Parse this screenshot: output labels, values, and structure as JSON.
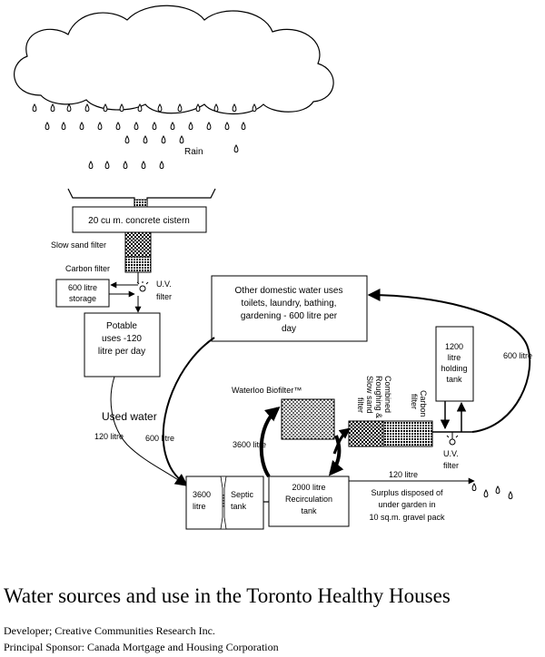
{
  "labels": {
    "rain": "Rain",
    "cistern": "20 cu m. concrete cistern",
    "slow_sand_filter": "Slow sand filter",
    "carbon_filter": "Carbon filter",
    "storage_line1": "600 litre",
    "storage_line2": "storage",
    "uv_filter_line1": "U.V.",
    "uv_filter_line2": "filter",
    "potable_line1": "Potable",
    "potable_line2": "uses -120",
    "potable_line3": "litre per day",
    "domestic_line1": "Other domestic water uses",
    "domestic_line2": "toilets, laundry, bathing,",
    "domestic_line3": "gardening - 600 litre per",
    "domestic_line4": "day",
    "used_water": "Used water",
    "flow_120_left": "120 litre",
    "flow_600_left": "600 litre",
    "biofilter": "Waterloo Biofilter™",
    "flow_3600": "3600 litre",
    "septic_volume_line1": "3600",
    "septic_volume_line2": "litre",
    "septic_name_line1": "Septic",
    "septic_name_line2": "tank",
    "recirc_line1": "2000 litre",
    "recirc_line2": "Recirculation",
    "recirc_line3": "tank",
    "vert_rough_1": "Combined",
    "vert_rough_2": "Roughing &",
    "vert_rough_3": "Slow sand",
    "vert_rough_4": "filter",
    "vert_carbon_1": "Carbon",
    "vert_carbon_2": "filter",
    "holding_line1": "1200",
    "holding_line2": "litre",
    "holding_line3": "holding",
    "holding_line4": "tank",
    "flow_600_right": "600 litre",
    "uv2_line1": "U.V.",
    "uv2_line2": "filter",
    "flow_120_right": "120 litre",
    "surplus_line1": "Surplus disposed of",
    "surplus_line2": "under garden in",
    "surplus_line3": "10 sq.m. gravel pack"
  },
  "caption": {
    "title": "Water sources and use in the Toronto Healthy Houses",
    "developer": "Developer;  Creative Communities Research Inc.",
    "sponsor": "Principal Sponsor: Canada Mortgage and Housing Corporation"
  }
}
